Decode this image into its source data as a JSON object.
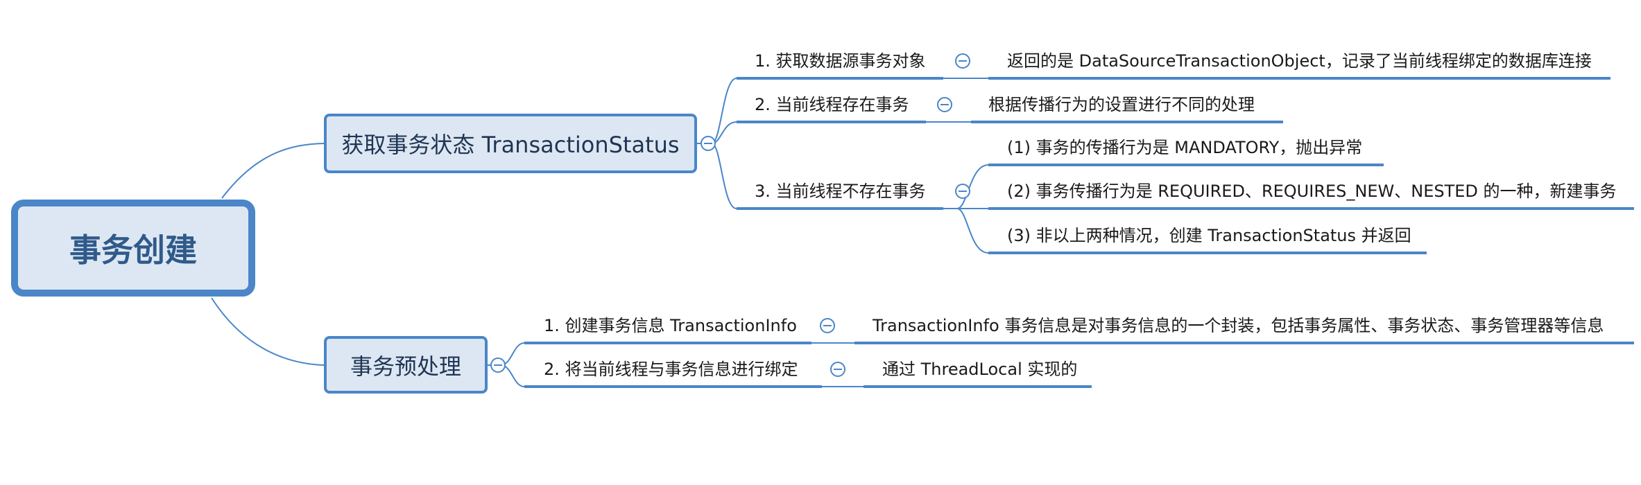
{
  "root": {
    "label": "事务创建"
  },
  "branches": [
    {
      "label": "获取事务状态 TransactionStatus",
      "children": [
        {
          "label": "1. 获取数据源事务对象",
          "details": [
            "返回的是 DataSourceTransactionObject，记录了当前线程绑定的数据库连接"
          ]
        },
        {
          "label": "2. 当前线程存在事务",
          "details": [
            "根据传播行为的设置进行不同的处理"
          ]
        },
        {
          "label": "3. 当前线程不存在事务",
          "details": [
            "(1) 事务的传播行为是 MANDATORY，抛出异常",
            "(2) 事务传播行为是 REQUIRED、REQUIRES_NEW、NESTED 的一种，新建事务",
            "(3) 非以上两种情况，创建 TransactionStatus 并返回"
          ]
        }
      ]
    },
    {
      "label": "事务预处理",
      "children": [
        {
          "label": "1. 创建事务信息 TransactionInfo",
          "details": [
            "TransactionInfo 事务信息是对事务信息的一个封装，包括事务属性、事务状态、事务管理器等信息"
          ]
        },
        {
          "label": "2. 将当前线程与事务信息进行绑定",
          "details": [
            "通过 ThreadLocal 实现的"
          ]
        }
      ]
    }
  ],
  "colors": {
    "line": "#4a86c8",
    "node_fill": "#dde7f3",
    "collapse_icon": "#4a86c8"
  },
  "icons": {
    "collapse": "minus-circle-icon"
  }
}
